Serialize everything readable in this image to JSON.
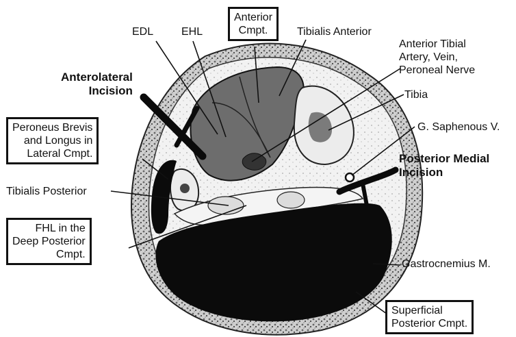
{
  "labels": {
    "edl": "EDL",
    "ehl": "EHL",
    "anterior_cmpt": [
      "Anterior",
      "Cmpt."
    ],
    "tibialis_anterior": "Tibialis Anterior",
    "anterior_tibial": [
      "Anterior Tibial",
      "Artery, Vein,",
      "Peroneal Nerve"
    ],
    "anterolateral_incision": [
      "Anterolateral",
      "Incision"
    ],
    "tibia": "Tibia",
    "g_saphenous": "G. Saphenous V.",
    "peroneus": [
      "Peroneus Brevis",
      "and Longus in",
      "Lateral Cmpt."
    ],
    "posterior_medial_incision": [
      "Posterior Medial",
      "Incision"
    ],
    "tibialis_posterior": "Tibialis Posterior",
    "fhl": [
      "FHL in the",
      "Deep Posterior",
      "Cmpt."
    ],
    "gastrocnemius": "Gastrocnemius M.",
    "superficial": [
      "Superficial",
      "Posterior Cmpt."
    ]
  },
  "colors": {
    "muscle_dark": "#0b0b0b",
    "muscle_gray": "#6d6d6d",
    "skin_texture": "#9a9a9a",
    "bone": "#e8e8e8"
  }
}
